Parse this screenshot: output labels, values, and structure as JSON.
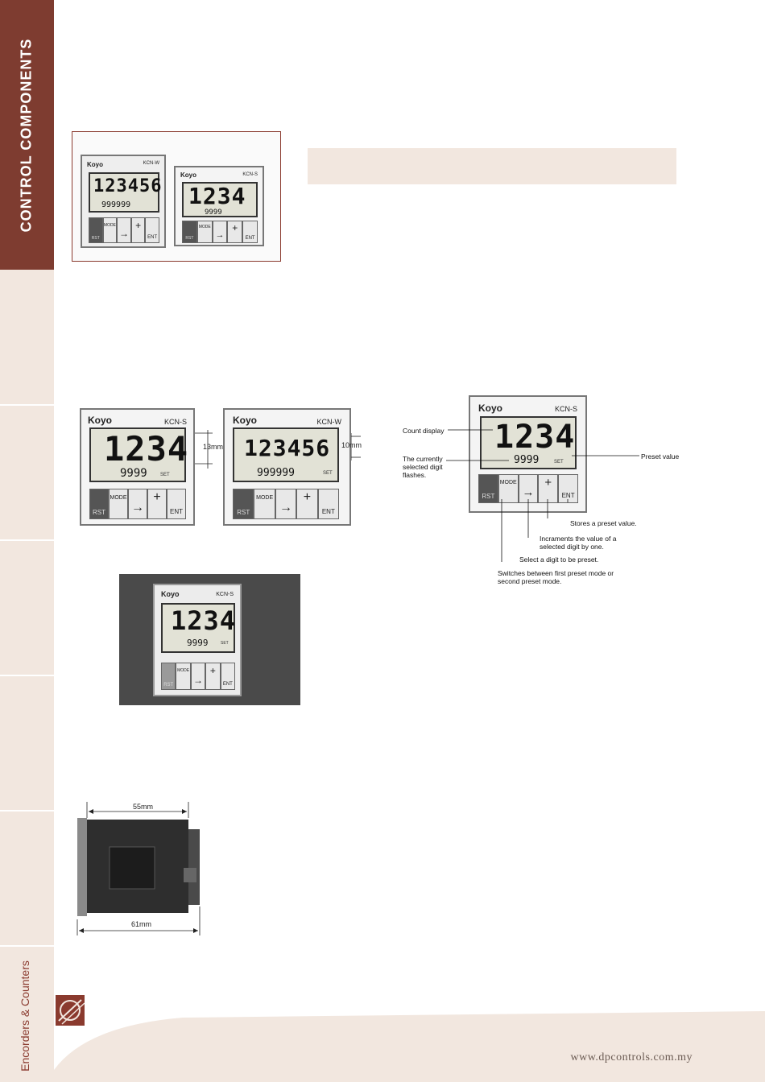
{
  "sidebar": {
    "top_label": "CONTROL COMPONENTS",
    "bottom_label": "Encorders & Counters"
  },
  "footer": {
    "url": "www.dpcontrols.com.my"
  },
  "colors": {
    "brand": "#7e3c30",
    "tint": "#f2e7df",
    "footer_text": "#6a5a52"
  },
  "devices": {
    "brand": "Koyo",
    "kcn_s": {
      "model": "KCN-S",
      "count": "1234",
      "preset": "9999",
      "set": "SET"
    },
    "kcn_w": {
      "model": "KCN-W",
      "count": "123456",
      "preset": "999999",
      "set": "SET"
    },
    "keys": {
      "rst": "RST",
      "mode": "MODE",
      "arrow": "→",
      "plus": "+",
      "ent": "ENT"
    }
  },
  "dimensions": {
    "s_height": "13mm",
    "w_height": "10mm",
    "depth_a": "55mm",
    "depth_b": "61mm"
  },
  "callouts": {
    "count_display": "Count display",
    "selected_digit": "The currently selected digit flashes.",
    "preset_value": "Preset value",
    "stores": "Stores a preset value.",
    "increments": "Incraments the value of a selected digit by one.",
    "select_digit": "Select a digit to be preset.",
    "switches": "Switches between first preset mode or second preset mode."
  }
}
